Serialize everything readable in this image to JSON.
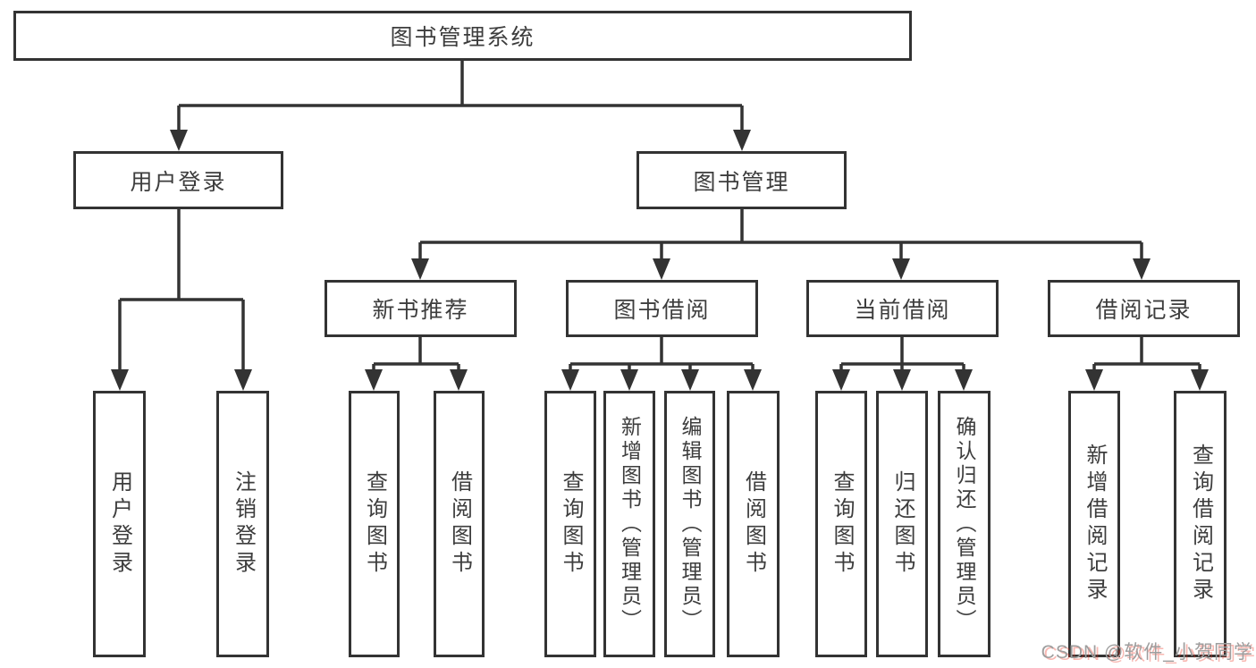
{
  "diagram": {
    "colors": {
      "line": "#333333",
      "text": "#3d3d3d",
      "box_background": "#ffffff",
      "page_background": "#ffffff"
    },
    "nodes": {
      "root": {
        "label": "图书管理系统"
      },
      "level2": [
        {
          "id": "user-login",
          "label": "用户登录"
        },
        {
          "id": "book-management",
          "label": "图书管理"
        }
      ],
      "level3": [
        {
          "id": "new-book-recommend",
          "label": "新书推荐"
        },
        {
          "id": "book-borrow",
          "label": "图书借阅"
        },
        {
          "id": "current-borrow",
          "label": "当前借阅"
        },
        {
          "id": "borrow-records",
          "label": "借阅记录"
        }
      ],
      "leaves": {
        "user_login": [
          "用户登录",
          "注销登录"
        ],
        "new_book": [
          "查询图书",
          "借阅图书"
        ],
        "book_borrow": [
          "查询图书",
          "新增图书（管理员）",
          "编辑图书（管理员）",
          "借阅图书"
        ],
        "current_borrow": [
          "查询图书",
          "归还图书",
          "确认归还（管理员）"
        ],
        "borrow_records": [
          "新增借阅记录",
          "查询借阅记录"
        ]
      }
    }
  },
  "watermark": {
    "text": "CSDN @软件_小贺同学",
    "color": "#9e9e9e",
    "shadow_color": "#ea3323"
  }
}
